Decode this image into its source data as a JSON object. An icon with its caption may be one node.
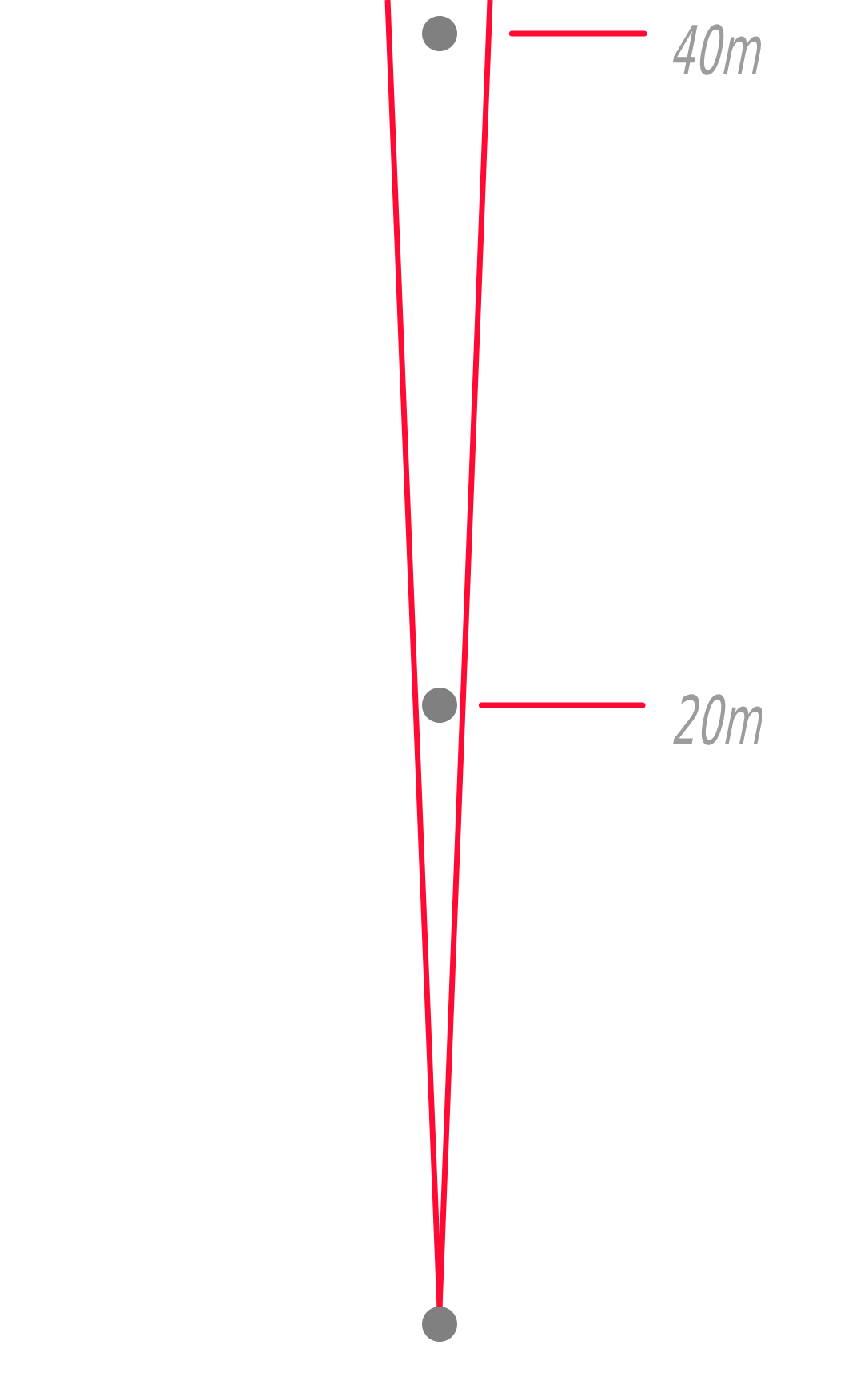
{
  "diagram": {
    "nodes": [
      {
        "text": [],
        "shape": "circle"
      },
      {
        "text": [
          "40m"
        ]
      },
      {
        "text": [],
        "shape": "circle"
      },
      {
        "text": [
          "20m"
        ]
      },
      {
        "text": [],
        "shape": "circle"
      }
    ],
    "edges": [
      {
        "from": 1,
        "to": 0,
        "arrow": "none"
      },
      {
        "from": 3,
        "to": 2,
        "arrow": "none"
      }
    ]
  }
}
